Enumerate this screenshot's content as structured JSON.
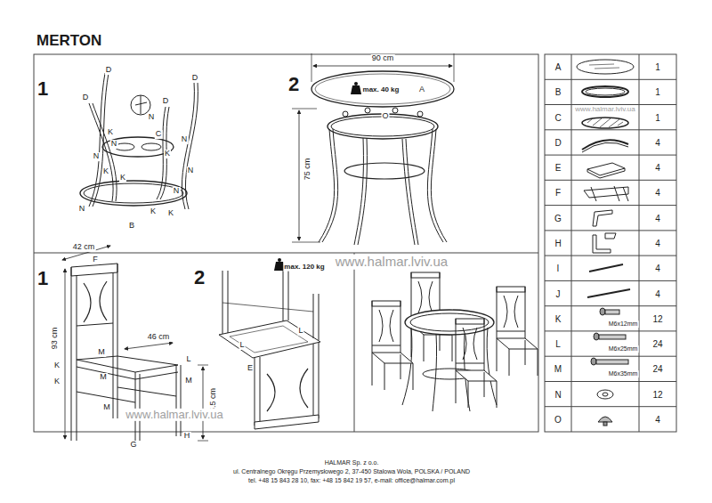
{
  "diagram": {
    "title": "MERTON",
    "labels": [
      "1",
      "D",
      "D",
      "D",
      "D",
      "N",
      "K",
      "C",
      "N",
      "N",
      "K",
      "N",
      "K",
      "K",
      "N",
      "N",
      "K",
      "N",
      "K",
      "B",
      "2",
      "90 cm",
      "max. 40 kg",
      "A",
      "75 cm",
      "O",
      "1",
      "42 cm",
      "F",
      "46 cm",
      "93 cm",
      "K",
      "K",
      "M",
      "M",
      "L",
      "M",
      "M",
      "G",
      "H",
      "2",
      "max. 120 kg",
      "L",
      "L",
      "E",
      "45.5 cm",
      "www.halmar.lviv.ua",
      "www.halmar.lviv.ua",
      "www.halmar.lviv.ua",
      "A",
      "1",
      "B",
      "1",
      "C",
      "1",
      "D",
      "4",
      "E",
      "4",
      "F",
      "4",
      "G",
      "4",
      "H",
      "4",
      "I",
      "4",
      "J",
      "4",
      "K",
      "12",
      "L",
      "24",
      "M",
      "24",
      "N",
      "12",
      "O",
      "4",
      "M6x12mm",
      "M6x25mm",
      "M6x35mm",
      "HALMAR Sp. z o.o.",
      "ul. Centralnego Okręgu Przemysłowego 2, 37-450 Stalowa Wola, POLSKA / POLAND",
      "tel. +48 15 843 28 10, fax: +48 15 842 19 57, e-mail: office@halmar.com.pl"
    ]
  }
}
